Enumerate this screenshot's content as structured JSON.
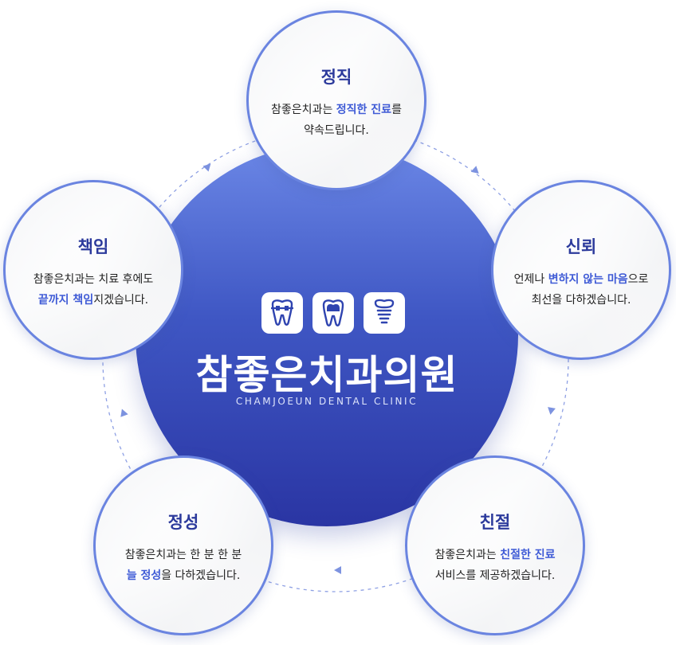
{
  "center": {
    "name": "참좋은치과의원",
    "name_en": "CHAMJOEUN DENTAL CLINIC",
    "icons": [
      "braces-tooth-icon",
      "crown-tooth-icon",
      "implant-icon"
    ]
  },
  "nodes": [
    {
      "id": "honesty",
      "title": "정직",
      "line1": [
        {
          "t": "참좋은치과는 ",
          "hl": false
        },
        {
          "t": "정직한 진료",
          "hl": true
        },
        {
          "t": "를",
          "hl": false
        }
      ],
      "line2": [
        {
          "t": "약속드립니다.",
          "hl": false
        }
      ]
    },
    {
      "id": "trust",
      "title": "신뢰",
      "line1": [
        {
          "t": "언제나 ",
          "hl": false
        },
        {
          "t": "변하지 않는 마음",
          "hl": true
        },
        {
          "t": "으로",
          "hl": false
        }
      ],
      "line2": [
        {
          "t": "최선을 다하겠습니다.",
          "hl": false
        }
      ]
    },
    {
      "id": "kindness",
      "title": "친절",
      "line1": [
        {
          "t": "참좋은치과는 ",
          "hl": false
        },
        {
          "t": "친절한 진료",
          "hl": true
        }
      ],
      "line2": [
        {
          "t": "서비스를 제공하겠습니다.",
          "hl": false
        }
      ]
    },
    {
      "id": "sincerity",
      "title": "정성",
      "line1": [
        {
          "t": "참좋은치과는 한 분 한 분",
          "hl": false
        }
      ],
      "line2": [
        {
          "t": "늘 정성",
          "hl": true
        },
        {
          "t": "을 다하겠습니다.",
          "hl": false
        }
      ]
    },
    {
      "id": "responsibility",
      "title": "책임",
      "line1": [
        {
          "t": "참좋은치과는 치료 후에도",
          "hl": false
        }
      ],
      "line2": [
        {
          "t": "끝까지 책임",
          "hl": true
        },
        {
          "t": "지겠습니다.",
          "hl": false
        }
      ]
    }
  ],
  "colors": {
    "accent": "#3f5bd6",
    "title": "#2c3a9c",
    "ring": "#7d93e0"
  }
}
